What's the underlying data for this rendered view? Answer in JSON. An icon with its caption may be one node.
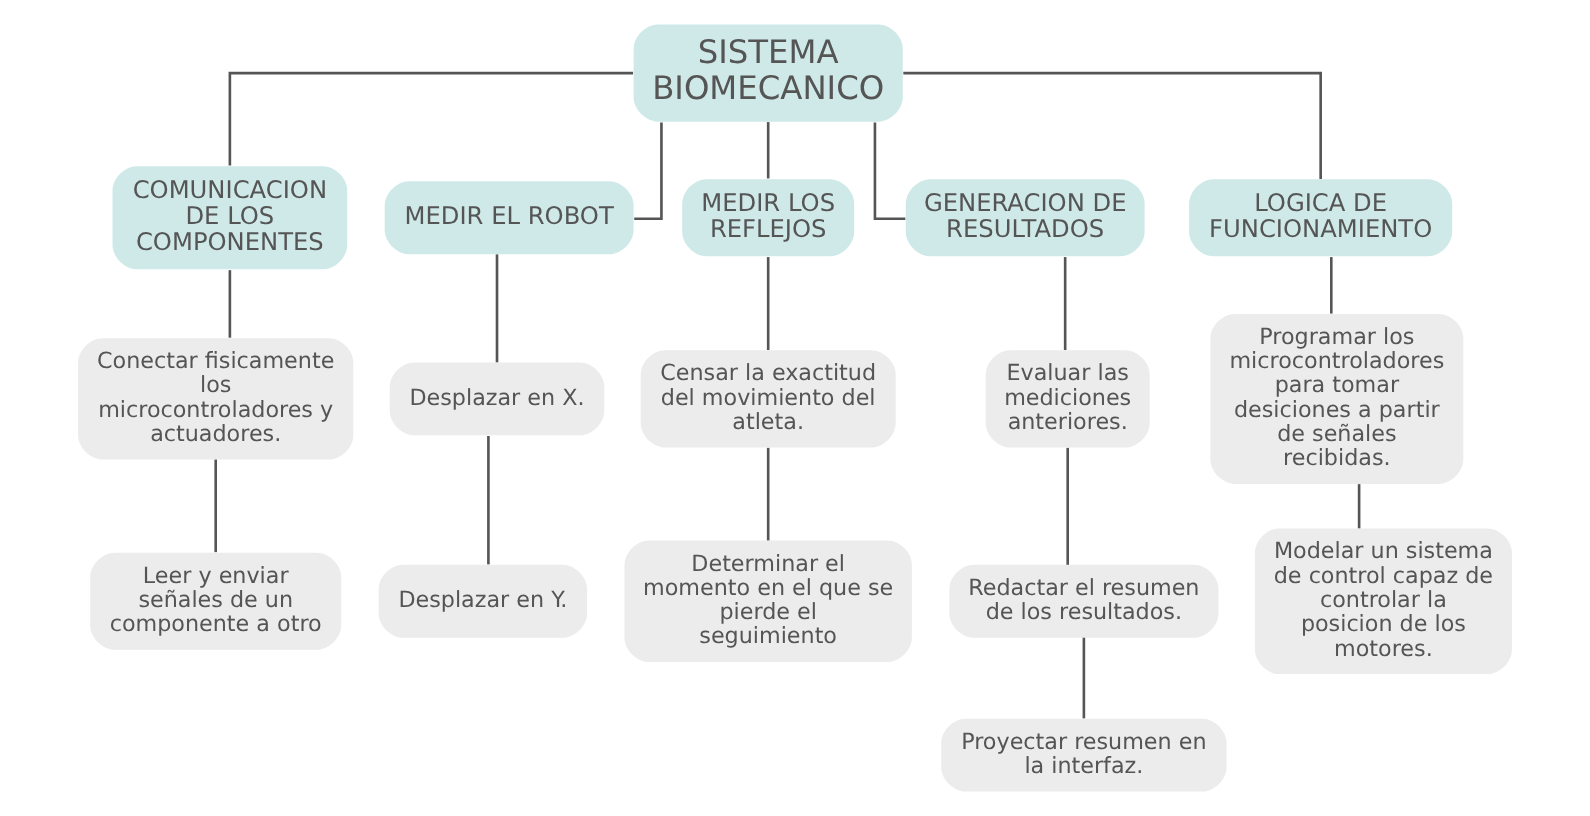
{
  "diagram": {
    "nodes": [
      {
        "text": [
          "SISTEMA BIOMECANICO"
        ]
      },
      {
        "text": [
          "COMUNICACION DE LOS COMPONENTES"
        ]
      },
      {
        "text": [
          "MEDIR EL ROBOT"
        ]
      },
      {
        "text": [
          "MEDIR LOS REFLEJOS"
        ]
      },
      {
        "text": [
          "GENERACION DE RESULTADOS"
        ]
      },
      {
        "text": [
          "LOGICA DE FUNCIONAMIENTO"
        ]
      },
      {
        "text": [
          "Conectar fisicamente los microcontroladores y actuadores."
        ]
      },
      {
        "text": [
          "Desplazar en X."
        ]
      },
      {
        "text": [
          "Censar la exactitud del movimiento del atleta."
        ]
      },
      {
        "text": [
          "Evaluar las mediciones anteriores."
        ]
      },
      {
        "text": [
          "Programar los microcontroladores para tomar desiciones a partir de señales recibidas."
        ]
      },
      {
        "text": [
          "Leer y enviar señales de un componente a otro"
        ]
      },
      {
        "text": [
          "Desplazar en Y."
        ]
      },
      {
        "text": [
          "Determinar el momento en el que se pierde el seguimiento"
        ]
      },
      {
        "text": [
          "Redactar el resumen de los resultados."
        ]
      },
      {
        "text": [
          "Modelar un sistema de control capaz de controlar la posicion de los motores."
        ]
      },
      {
        "text": [
          "Proyectar resumen en la interfaz."
        ]
      }
    ],
    "edges": [
      {
        "from": 0,
        "to": 1,
        "arrow": "none"
      },
      {
        "from": 0,
        "to": 2,
        "arrow": "none"
      },
      {
        "from": 0,
        "to": 3,
        "arrow": "none"
      },
      {
        "from": 0,
        "to": 4,
        "arrow": "none"
      },
      {
        "from": 0,
        "to": 5,
        "arrow": "none"
      },
      {
        "from": 1,
        "to": 6,
        "arrow": "none"
      },
      {
        "from": 6,
        "to": 11,
        "arrow": "none"
      },
      {
        "from": 2,
        "to": 7,
        "arrow": "none"
      },
      {
        "from": 7,
        "to": 12,
        "arrow": "none"
      },
      {
        "from": 3,
        "to": 8,
        "arrow": "none"
      },
      {
        "from": 8,
        "to": 13,
        "arrow": "none"
      },
      {
        "from": 4,
        "to": 9,
        "arrow": "none"
      },
      {
        "from": 9,
        "to": 14,
        "arrow": "none"
      },
      {
        "from": 14,
        "to": 16,
        "arrow": "none"
      },
      {
        "from": 5,
        "to": 10,
        "arrow": "none"
      },
      {
        "from": 10,
        "to": 15,
        "arrow": "none"
      }
    ]
  }
}
